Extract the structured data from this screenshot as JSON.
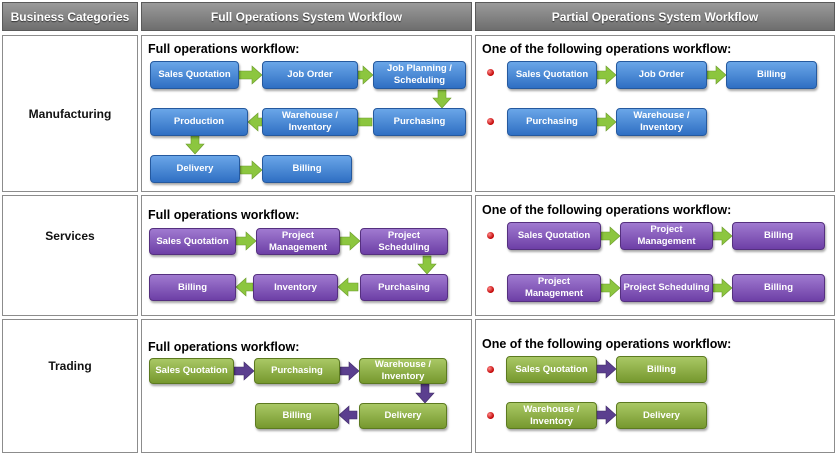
{
  "headers": {
    "categories": "Business Categories",
    "full": "Full Operations System Workflow",
    "partial": "Partial Operations System Workflow"
  },
  "colors": {
    "manufacturing": "#3a7bd5",
    "services": "#7b4bb5",
    "trading": "#86a83c",
    "full_arrow_green": "#8cc63f",
    "trading_arrow_purple": "#5b3f8f"
  },
  "rows": [
    {
      "category": "Manufacturing",
      "full_heading": "Full operations workflow:",
      "partial_heading": "One of the following operations workflow:",
      "full_steps": [
        "Sales Quotation",
        "Job Order",
        "Job Planning / Scheduling",
        "Purchasing",
        "Warehouse / Inventory",
        "Production",
        "Delivery",
        "Billing"
      ],
      "partial_flows": [
        [
          "Sales Quotation",
          "Job Order",
          "Billing"
        ],
        [
          "Purchasing",
          "Warehouse / Inventory"
        ]
      ]
    },
    {
      "category": "Services",
      "full_heading": "Full operations workflow:",
      "partial_heading": "One of the following operations workflow:",
      "full_steps": [
        "Sales Quotation",
        "Project Management",
        "Project Scheduling",
        "Purchasing",
        "Inventory",
        "Billing"
      ],
      "partial_flows": [
        [
          "Sales Quotation",
          "Project Management",
          "Billing"
        ],
        [
          "Project Management",
          "Project Scheduling",
          "Billing"
        ]
      ]
    },
    {
      "category": "Trading",
      "full_heading": "Full operations workflow:",
      "partial_heading": "One of the following operations workflow:",
      "full_steps": [
        "Sales Quotation",
        "Purchasing",
        "Warehouse / Inventory",
        "Delivery",
        "Billing"
      ],
      "partial_flows": [
        [
          "Sales Quotation",
          "Billing"
        ],
        [
          "Warehouse / Inventory",
          "Delivery"
        ]
      ]
    }
  ]
}
